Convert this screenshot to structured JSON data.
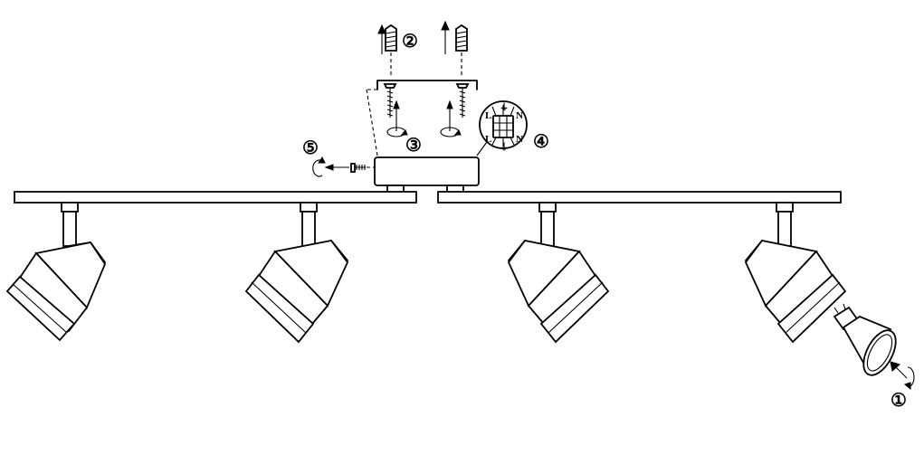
{
  "steps": [
    {
      "id": "1",
      "symbol": "①"
    },
    {
      "id": "2",
      "symbol": "②"
    },
    {
      "id": "3",
      "symbol": "③"
    },
    {
      "id": "4",
      "symbol": "④"
    },
    {
      "id": "5",
      "symbol": "⑤"
    }
  ],
  "wiring": {
    "live_top": "L",
    "earth_top": "⏚",
    "neutral_top": "N",
    "live_bottom": "L",
    "earth_bottom": "⏚",
    "neutral_bottom": "N"
  }
}
